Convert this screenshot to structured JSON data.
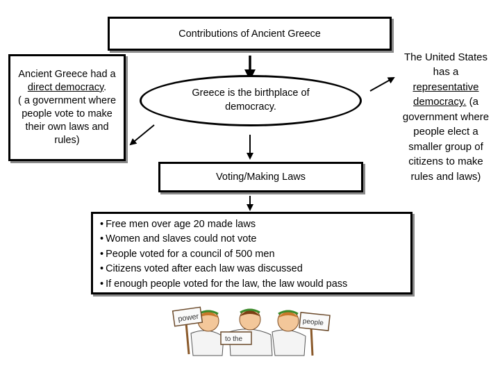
{
  "title": "Contributions of Ancient Greece",
  "left": {
    "line1": "Ancient Greece had a",
    "underlined": "direct democracy",
    "after_underlined": ".",
    "definition": "( a government where people vote to make their own laws and rules)"
  },
  "center": "Greece is the birthplace of democracy.",
  "voting": "Voting/Making Laws",
  "facts": [
    "Free men over age 20 made laws",
    "Women and slaves could not vote",
    "People voted for  a council of 500 men",
    "Citizens voted after each law was discussed",
    "If enough people voted for the law, the law would pass"
  ],
  "right": {
    "line1": "The United States has a",
    "underlined": "representative democracy.",
    "definition": " (a government where people elect a smaller group of citizens to make rules and laws)"
  },
  "illustration": {
    "signs": [
      "power",
      "to the",
      "people"
    ]
  }
}
